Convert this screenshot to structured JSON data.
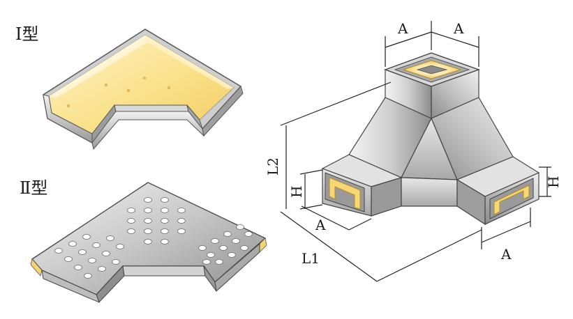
{
  "figure": {
    "type1_label": "Ⅰ型",
    "type2_label": "Ⅱ型",
    "dimensions": {
      "a_top_left": "A",
      "a_top_right": "A",
      "l2": "L2",
      "h_left": "H",
      "h_right": "H",
      "a_left_arm": "A",
      "a_right_arm": "A",
      "l1": "L1"
    }
  },
  "colors": {
    "tray_fill": "#f7dc80",
    "tray_inner": "#fff3c4",
    "metal_light": "#e6e6e6",
    "metal_mid": "#b4b4b4",
    "metal_dark": "#8a8a8a",
    "outline": "#444444"
  }
}
